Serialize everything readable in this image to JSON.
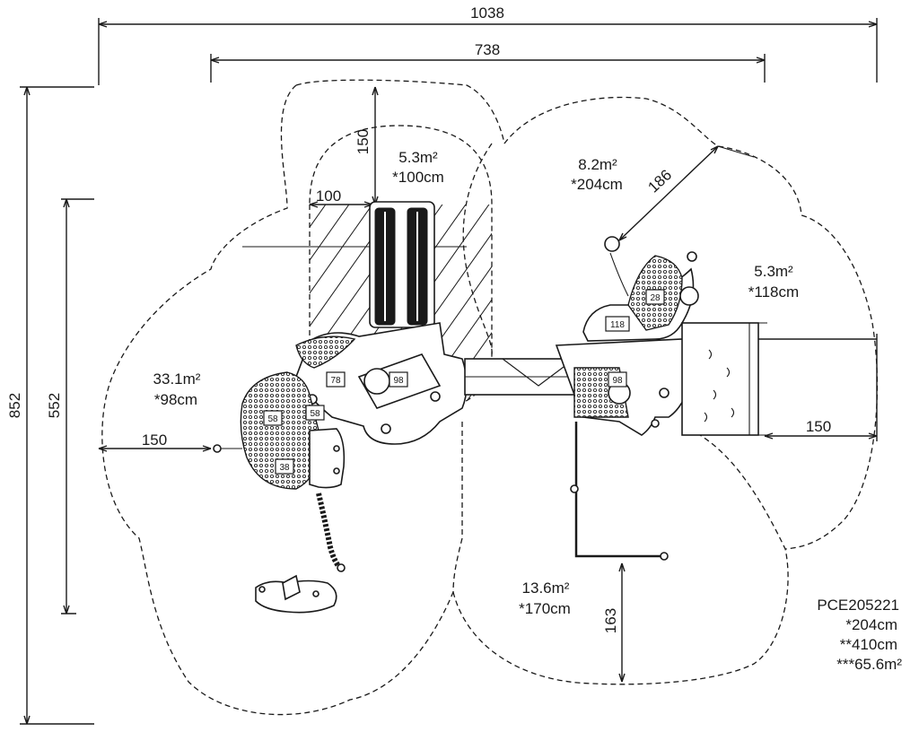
{
  "dimensions": {
    "overall_width": "1038",
    "inner_width": "738",
    "overall_height": "852",
    "inner_height": "552",
    "left_clearance": "150",
    "right_clearance": "150",
    "bottom_clearance": "163",
    "slide_clearance_top": "150",
    "slide_clearance_left": "100",
    "diagonal_clearance": "186"
  },
  "zones": [
    {
      "area": "5.3m²",
      "height": "*100cm"
    },
    {
      "area": "8.2m²",
      "height": "*204cm"
    },
    {
      "area": "5.3m²",
      "height": "*118cm"
    },
    {
      "area": "33.1m²",
      "height": "*98cm"
    },
    {
      "area": "13.6m²",
      "height": "*170cm"
    }
  ],
  "badges": [
    "78",
    "98",
    "58",
    "58",
    "38",
    "28",
    "118",
    "98"
  ],
  "product": {
    "code": "PCE205221",
    "free_fall_height": "*204cm",
    "total_height": "**410cm",
    "area": "***65.6m²"
  }
}
